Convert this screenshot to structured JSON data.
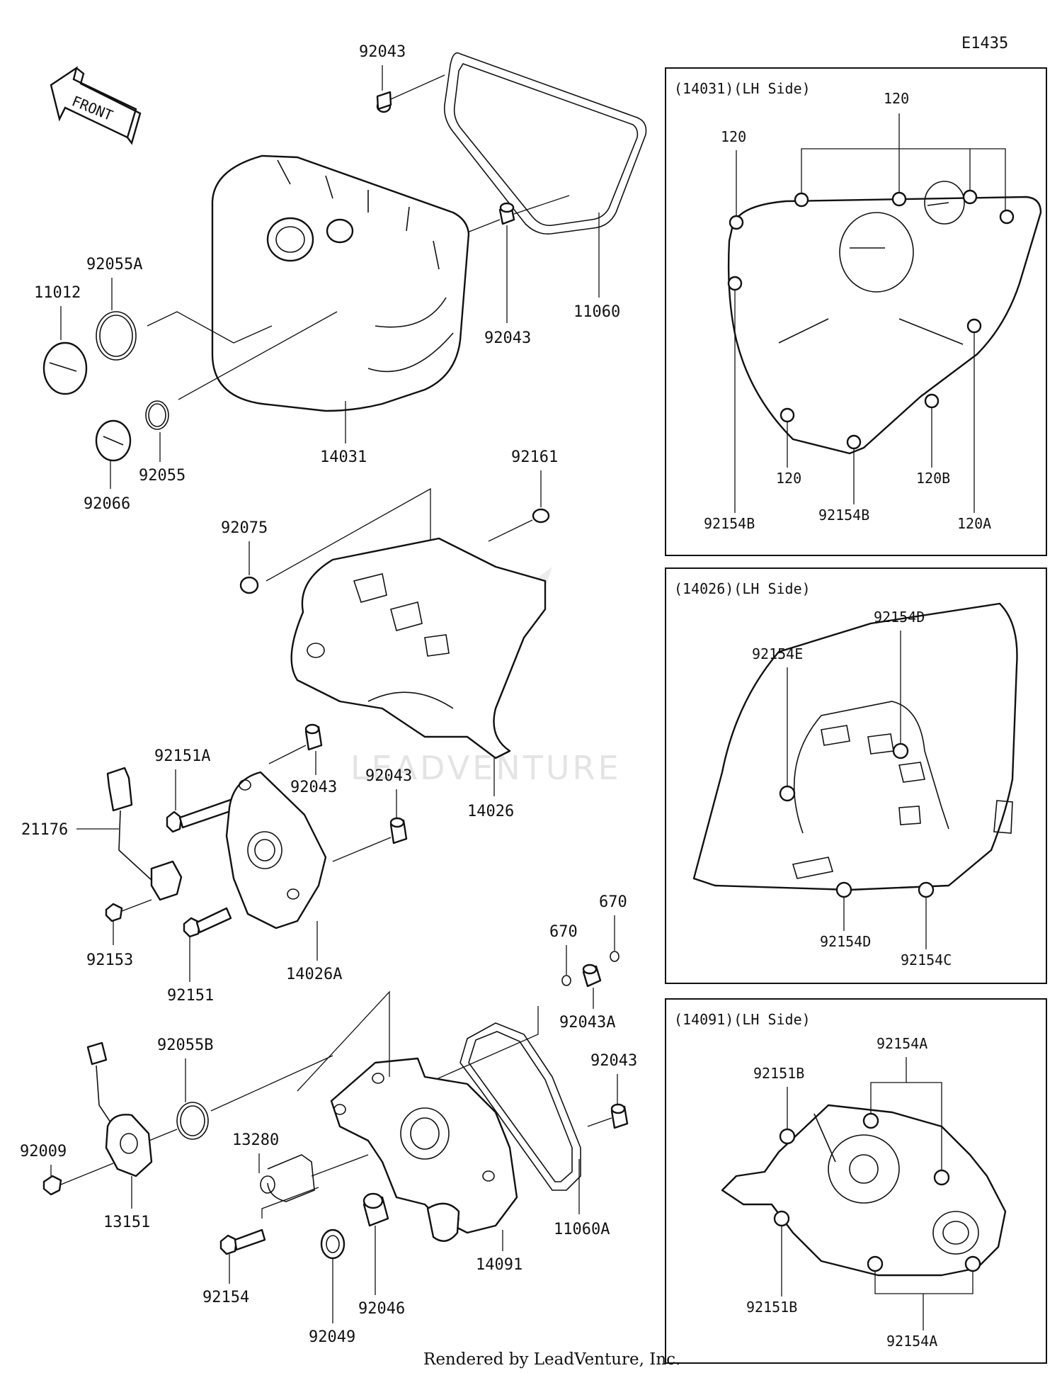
{
  "diagram_code": "E1435",
  "front_label": "FRONT",
  "watermark": "LEADVENTURE",
  "footer": "Rendered by LeadVenture, Inc.",
  "panels": [
    {
      "title": "(14031)(LH Side)",
      "labels": [
        "120",
        "120",
        "120",
        "120B",
        "120A",
        "92154B",
        "92154B"
      ]
    },
    {
      "title": "(14026)(LH Side)",
      "labels": [
        "92154D",
        "92154E",
        "92154D",
        "92154C"
      ]
    },
    {
      "title": "(14091)(LH Side)",
      "labels": [
        "92154A",
        "92151B",
        "92151B",
        "92154A"
      ]
    }
  ],
  "parts": [
    "92043",
    "11012",
    "92055A",
    "11060",
    "92043",
    "14031",
    "92055",
    "92066",
    "92161",
    "92075",
    "14026",
    "92151A",
    "92043",
    "92043",
    "21176",
    "92153",
    "92151",
    "14026A",
    "670",
    "670",
    "92043A",
    "92055B",
    "92043",
    "13280",
    "92009",
    "13151",
    "11060A",
    "14091",
    "92154",
    "92046",
    "92049"
  ]
}
